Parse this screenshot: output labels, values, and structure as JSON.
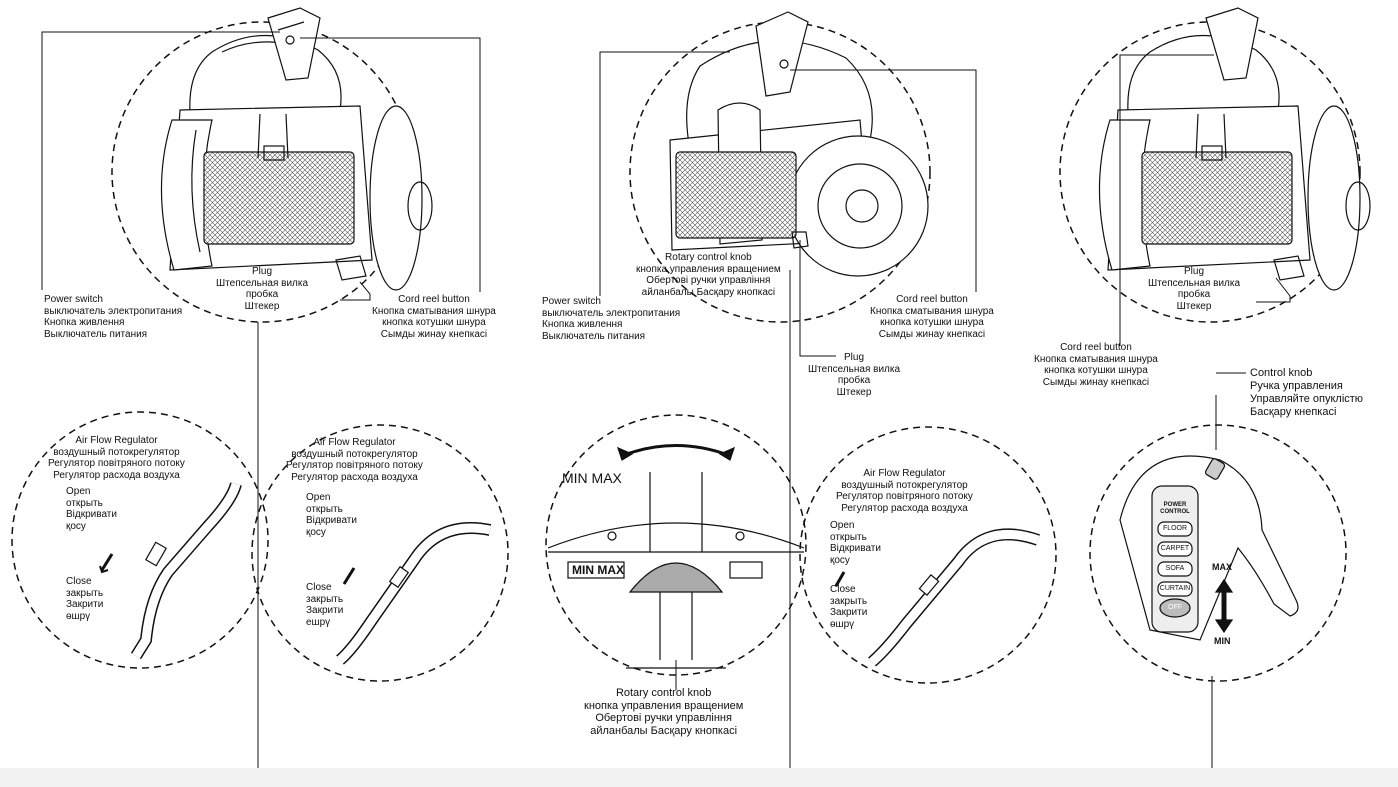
{
  "left": {
    "plug": [
      "Plug",
      "Штепсельная вилка",
      "пробка",
      "Штекер"
    ],
    "power_switch": [
      "Power switch",
      "выключатель электропитания",
      "Кнопка живлення",
      "Выключатель питания"
    ],
    "cord_reel": [
      "Cord reel button",
      "Кнопка сматывания шнура",
      "кнопка котушки шнура",
      "Сымды жинау кнепкасі"
    ],
    "regulator1": [
      "Air Flow Regulator",
      "воздушный потокрегулятор",
      "Регулятор повітряного потоку",
      "Регулятор расхода воздуха"
    ],
    "regulator2": [
      "Air Flow Regulator",
      "воздушный потокрегулятор",
      "Регулятор повітряного потоку",
      "Регулятор расхода воздуха"
    ],
    "open1": [
      "Open",
      "открыть",
      "Відкривати",
      "қосу"
    ],
    "close1": [
      "Close",
      "закрыть",
      "Закрити",
      "өшрү"
    ],
    "open2": [
      "Open",
      "открыть",
      "Відкривати",
      "қосу"
    ],
    "close2": [
      "Close",
      "закрыть",
      "Закрити",
      "ешрү"
    ]
  },
  "middle": {
    "rotary_top": [
      "Rotary control knob",
      "кнопка управления вращением",
      "Обертові ручки управління",
      "айланбалы Басқару кнопкасі"
    ],
    "power_switch": [
      "Power switch",
      "выключатель электропитания",
      "Кнопка живлення",
      "Выключатель питания"
    ],
    "cord_reel": [
      "Cord reel button",
      "Кнопка сматывания шнура",
      "кнопка котушки шнура",
      "Сымды жинау кнепкасі"
    ],
    "plug": [
      "Plug",
      "Штепсельная вилка",
      "пробка",
      "Штекер"
    ],
    "minmax_top": "MIN MAX",
    "minmax_box": "MIN MAX",
    "rotary_bottom": [
      "Rotary control knob",
      "кнопка управления вращением",
      "Обертові ручки управління",
      "айланбалы Басқару кнопкасі"
    ],
    "regulator": [
      "Air Flow Regulator",
      "воздушный потокрегулятор",
      "Регулятор повітряного потоку",
      "Регулятор расхода воздуха"
    ],
    "open": [
      "Open",
      "открыть",
      "Відкривати",
      "қосу"
    ],
    "close": [
      "Close",
      "закрыть",
      "Закрити",
      "өшрү"
    ]
  },
  "right": {
    "plug": [
      "Plug",
      "Штепсельная вилка",
      "пробка",
      "Штекер"
    ],
    "cord_reel": [
      "Cord reel button",
      "Кнопка сматывания шнура",
      "кнопка котушки шнура",
      "Сымды жинау кнепкасі"
    ],
    "control_knob": [
      "Control knob",
      "Ручка управления",
      "Управляйте опуклістю",
      "Басқару кнепкасі"
    ],
    "handle_panel": [
      "POWER CONTROL",
      "FLOOR",
      "CARPET",
      "SOFA",
      "CURTAIN",
      "OFF"
    ],
    "max": "MAX",
    "min": "MIN"
  }
}
